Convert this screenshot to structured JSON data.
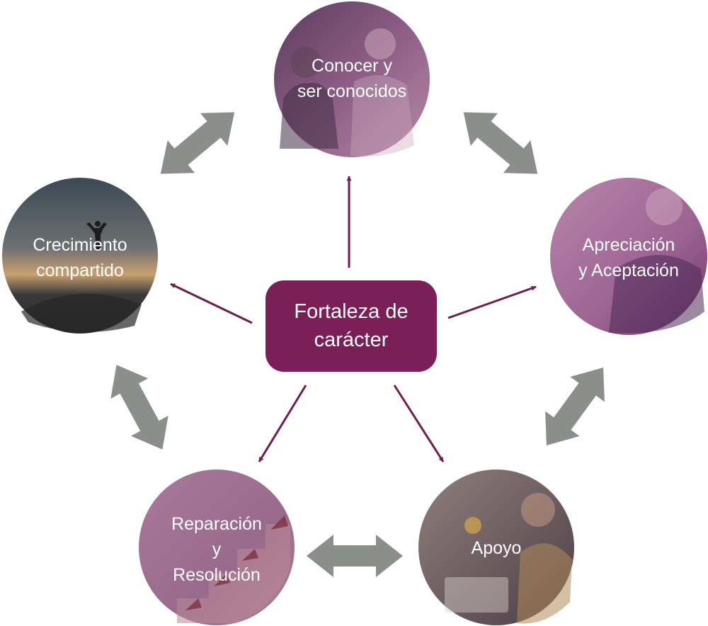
{
  "center": {
    "line1": "Fortaleza de",
    "line2": "carácter"
  },
  "nodes": {
    "top": {
      "line1": "Conocer y",
      "line2": "ser conocidos"
    },
    "right": {
      "line1": "Apreciación",
      "line2": "y Aceptación"
    },
    "bottomRight": {
      "line1": "Apoyo"
    },
    "bottomLeft": {
      "line1": "Reparación",
      "line2": "y",
      "line3": "Resolución"
    },
    "left": {
      "line1": "Crecimiento",
      "line2": "compartido"
    }
  },
  "colors": {
    "center_fill": "#7b1f58",
    "arrow_purple": "#6d1d50",
    "double_arrow_gray": "#8a8f8b",
    "node_overlay_purple": "#8a4f7d"
  }
}
